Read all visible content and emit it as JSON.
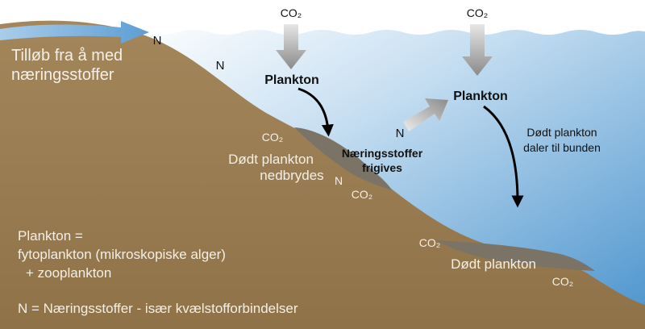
{
  "labels": {
    "co2_top_left": "CO₂",
    "co2_top_right": "CO₂",
    "n_inflow": "N",
    "inflow_line1": "Tilløb fra å med",
    "inflow_line2": "næringsstoffer",
    "n_water": "N",
    "plankton_left": "Plankton",
    "plankton_right": "Plankton",
    "co2_slope_upper": "CO₂",
    "dead_decomposed_line1": "Dødt plankton",
    "dead_decomposed_line2": "nedbrydes",
    "n_slope": "N",
    "co2_slope_lower": "CO₂",
    "n_release": "N",
    "nutrients_line1": "Næringsstoffer",
    "nutrients_line2": "frigives",
    "dead_sinks_line1": "Dødt plankton",
    "dead_sinks_line2": "daler til bunden",
    "co2_bottom_left": "CO₂",
    "dead_bottom": "Dødt plankton",
    "co2_bottom_right": "CO₂"
  },
  "legend": {
    "plankton_def_line1": "Plankton =",
    "plankton_def_line2": "fytoplankton (mikroskopiske alger)",
    "plankton_def_line3": "+ zooplankton",
    "n_def": "N = Næringsstoffer - især kvælstofforbindelser"
  },
  "colors": {
    "soil": "#9a7a4f",
    "sediment": "#7b7366",
    "water_deep": "#4d96cf",
    "water_light": "#ffffff",
    "arrow_gray": "#8f8f8f",
    "inflow_blue": "#6aa6d8"
  }
}
